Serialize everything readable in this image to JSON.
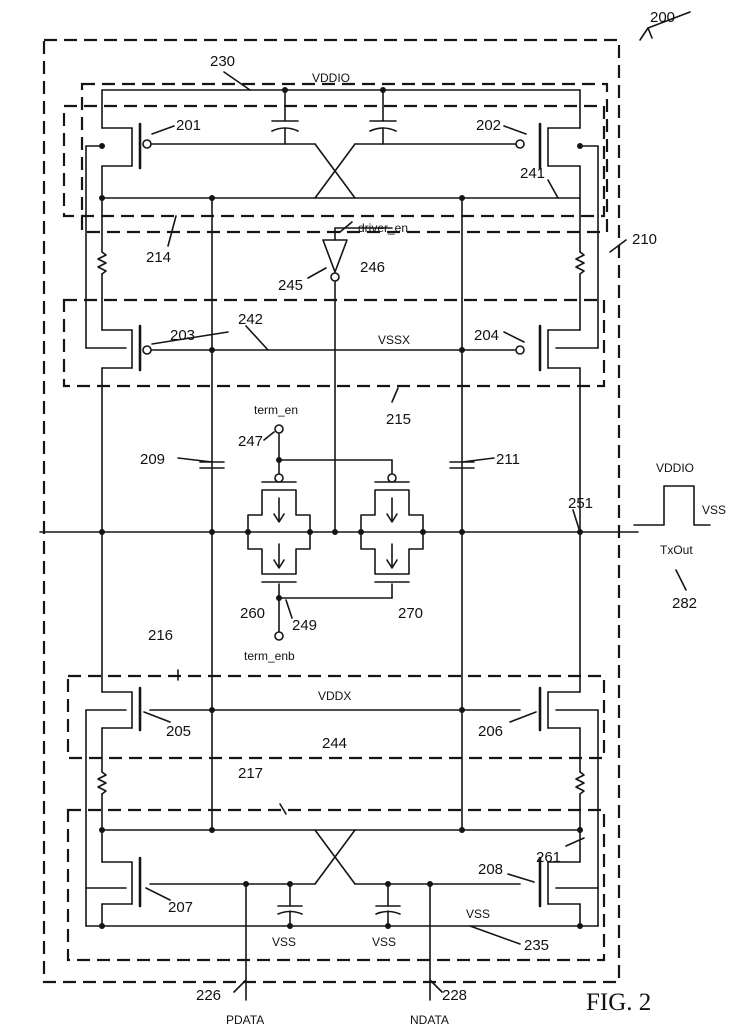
{
  "figure": {
    "caption": "FIG. 2"
  },
  "labels": {
    "n200": "200",
    "n210": "210",
    "n230": "230",
    "n201": "201",
    "n202": "202",
    "n203": "203",
    "n204": "204",
    "n205": "205",
    "n206": "206",
    "n207": "207",
    "n208": "208",
    "n209": "209",
    "n211": "211",
    "n214": "214",
    "n215": "215",
    "n216": "216",
    "n217": "217",
    "n226": "226",
    "n228": "228",
    "n235": "235",
    "n241": "241",
    "n242": "242",
    "n244": "244",
    "n245": "245",
    "n246": "246",
    "n247": "247",
    "n249": "249",
    "n251": "251",
    "n260": "260",
    "n261": "261",
    "n270": "270",
    "n282": "282"
  },
  "signals": {
    "vddio_top": "VDDIO",
    "vssx": "VSSX",
    "vddx": "VDDX",
    "driver_en": "driver_en",
    "term_en": "term_en",
    "term_enb": "term_enb",
    "wave_high": "VDDIO",
    "wave_low": "VSS",
    "txout": "TxOut",
    "vss_left": "VSS",
    "vss_mid": "VSS",
    "vss_right": "VSS",
    "pdata": "PDATA",
    "ndata": "NDATA"
  }
}
